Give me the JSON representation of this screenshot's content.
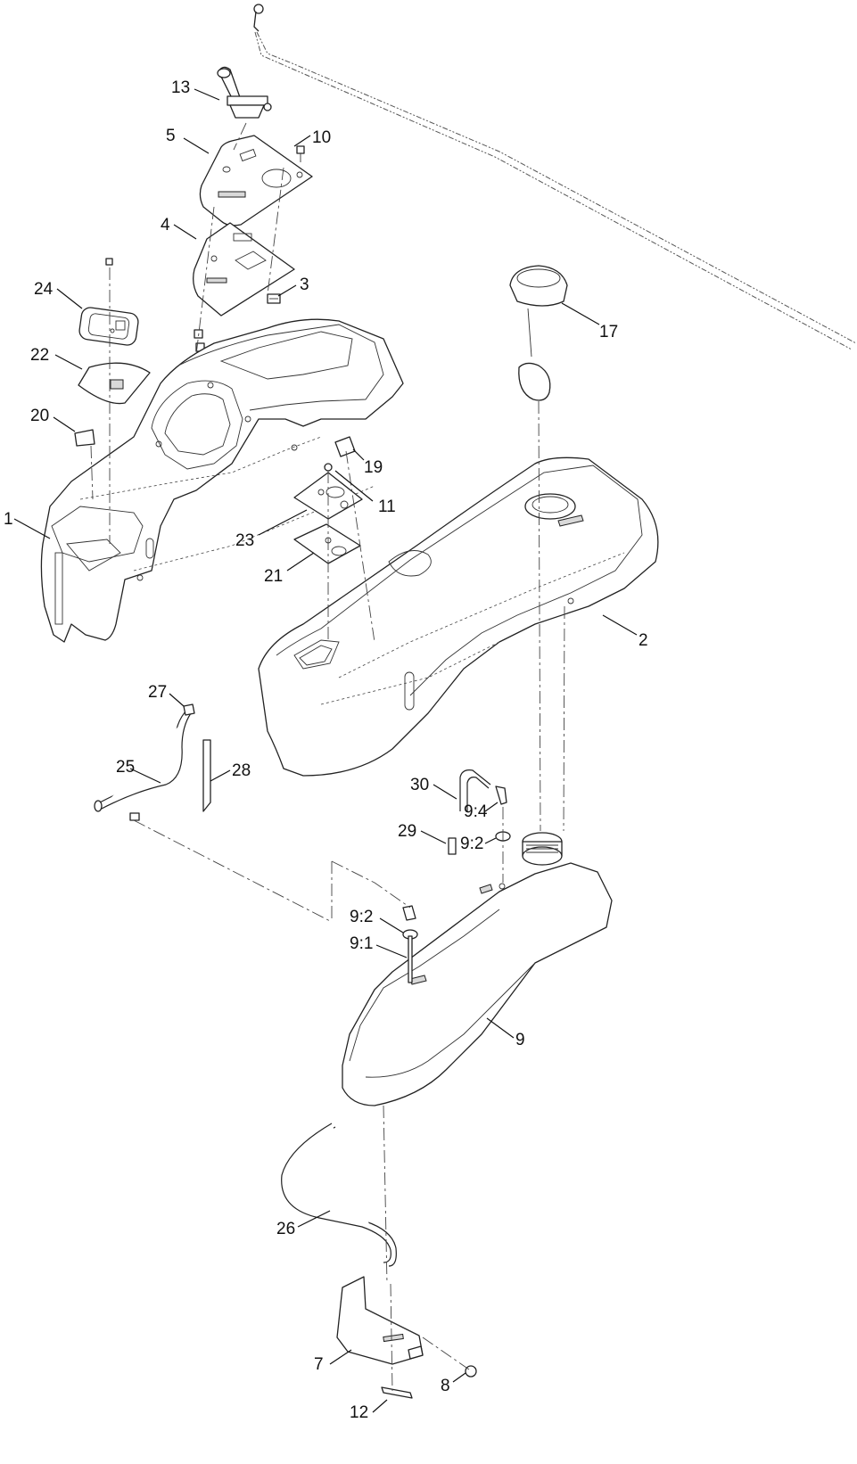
{
  "diagram": {
    "callouts": [
      "13",
      "5",
      "10",
      "4",
      "3",
      "24",
      "22",
      "20",
      "1",
      "17",
      "19",
      "11",
      "23",
      "21",
      "2",
      "27",
      "25",
      "28",
      "30",
      "9:4",
      "29",
      "9:2",
      "9:2",
      "9:1",
      "9",
      "26",
      "7",
      "8",
      "12"
    ]
  }
}
